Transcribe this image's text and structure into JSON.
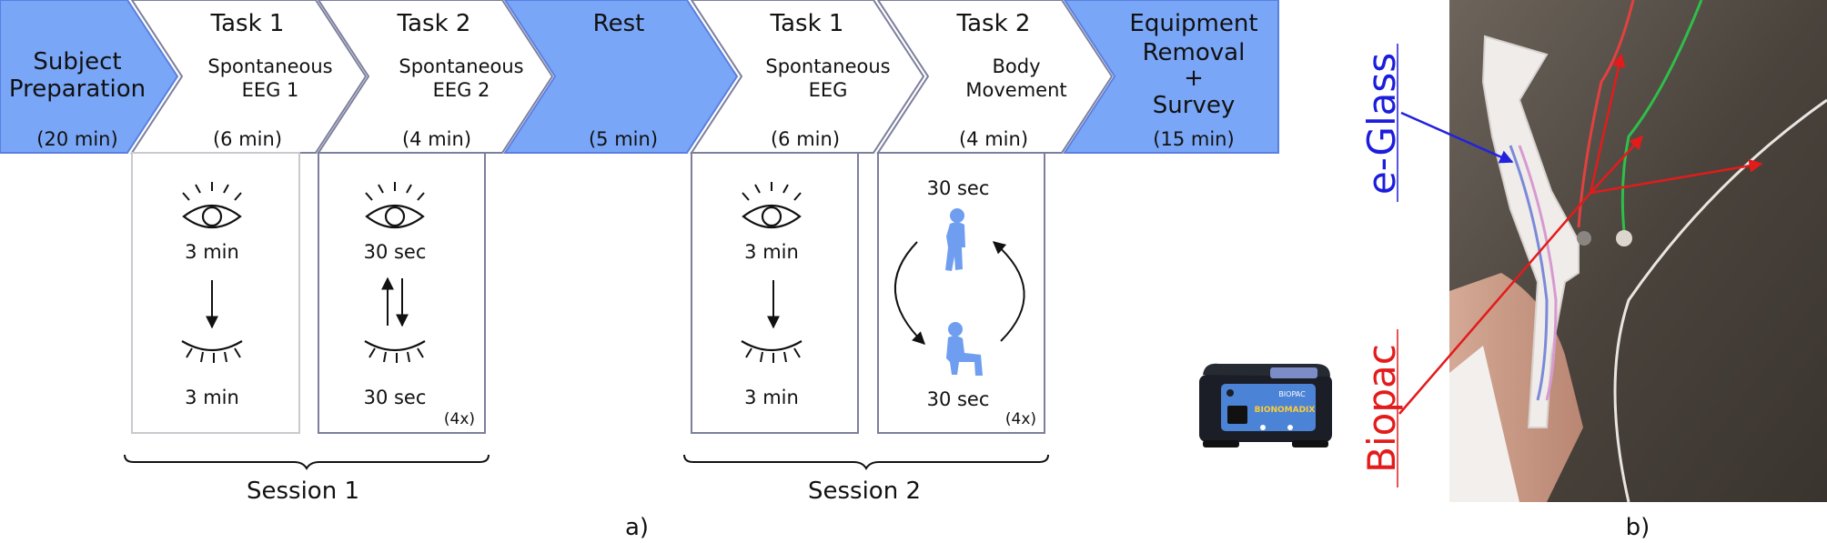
{
  "colors": {
    "blue_fill": "#7aa6f7",
    "blue_stroke": "#5a7fe0",
    "white_fill": "#ffffff",
    "box_stroke": "#7c7f9c",
    "person_fill": "#6f9ef0",
    "eglass_color": "#1c1cdd",
    "biopac_color": "#e31b1b",
    "arrow_blue": "#2222dd",
    "arrow_red": "#e31b1b"
  },
  "stages": [
    {
      "id": "prep",
      "lines": [
        "Subject",
        "Preparation"
      ],
      "duration": "(20 min)",
      "fill": "blue"
    },
    {
      "id": "s1t1",
      "lines": [
        "Task 1",
        "Spontaneous",
        "EEG 1"
      ],
      "duration": "(6 min)",
      "fill": "white"
    },
    {
      "id": "s1t2",
      "lines": [
        "Task 2",
        "Spontaneous",
        "EEG 2"
      ],
      "duration": "(4 min)",
      "fill": "white"
    },
    {
      "id": "rest",
      "lines": [
        "Rest"
      ],
      "duration": "(5 min)",
      "fill": "blue"
    },
    {
      "id": "s2t1",
      "lines": [
        "Task 1",
        "Spontaneous",
        "EEG"
      ],
      "duration": "(6 min)",
      "fill": "white"
    },
    {
      "id": "s2t2",
      "lines": [
        "Task 2",
        "Body",
        "Movement"
      ],
      "duration": "(4 min)",
      "fill": "white"
    },
    {
      "id": "removal",
      "lines": [
        "Equipment",
        "Removal",
        "+",
        "Survey"
      ],
      "duration": "(15 min)",
      "fill": "blue"
    }
  ],
  "panels": {
    "s1t1": {
      "top_label": "3 min",
      "bottom_label": "3 min",
      "icons": [
        "eye-open-icon",
        "eye-closed-icon",
        "arrow-down-icon"
      ]
    },
    "s1t2": {
      "top_label": "30 sec",
      "bottom_label": "30 sec",
      "repeat": "(4x)",
      "icons": [
        "eye-open-icon",
        "eye-closed-icon",
        "arrow-updown-icon"
      ]
    },
    "s2t1": {
      "top_label": "3 min",
      "bottom_label": "3 min",
      "icons": [
        "eye-open-icon",
        "eye-closed-icon",
        "arrow-down-icon"
      ]
    },
    "s2t2": {
      "top_label": "30 sec",
      "bottom_label": "30 sec",
      "repeat": "(4x)",
      "icons": [
        "standing-person-icon",
        "sitting-person-icon",
        "cycle-arrows-icon"
      ]
    }
  },
  "sessions": [
    "Session 1",
    "Session 2"
  ],
  "captions": {
    "a": "a)",
    "b": "b)"
  },
  "photo": {
    "labels": {
      "eglass": "e-Glass",
      "biopac": "Biopac"
    },
    "device_brand": "BIOPAC",
    "device_model": "BIONOMADIX"
  }
}
